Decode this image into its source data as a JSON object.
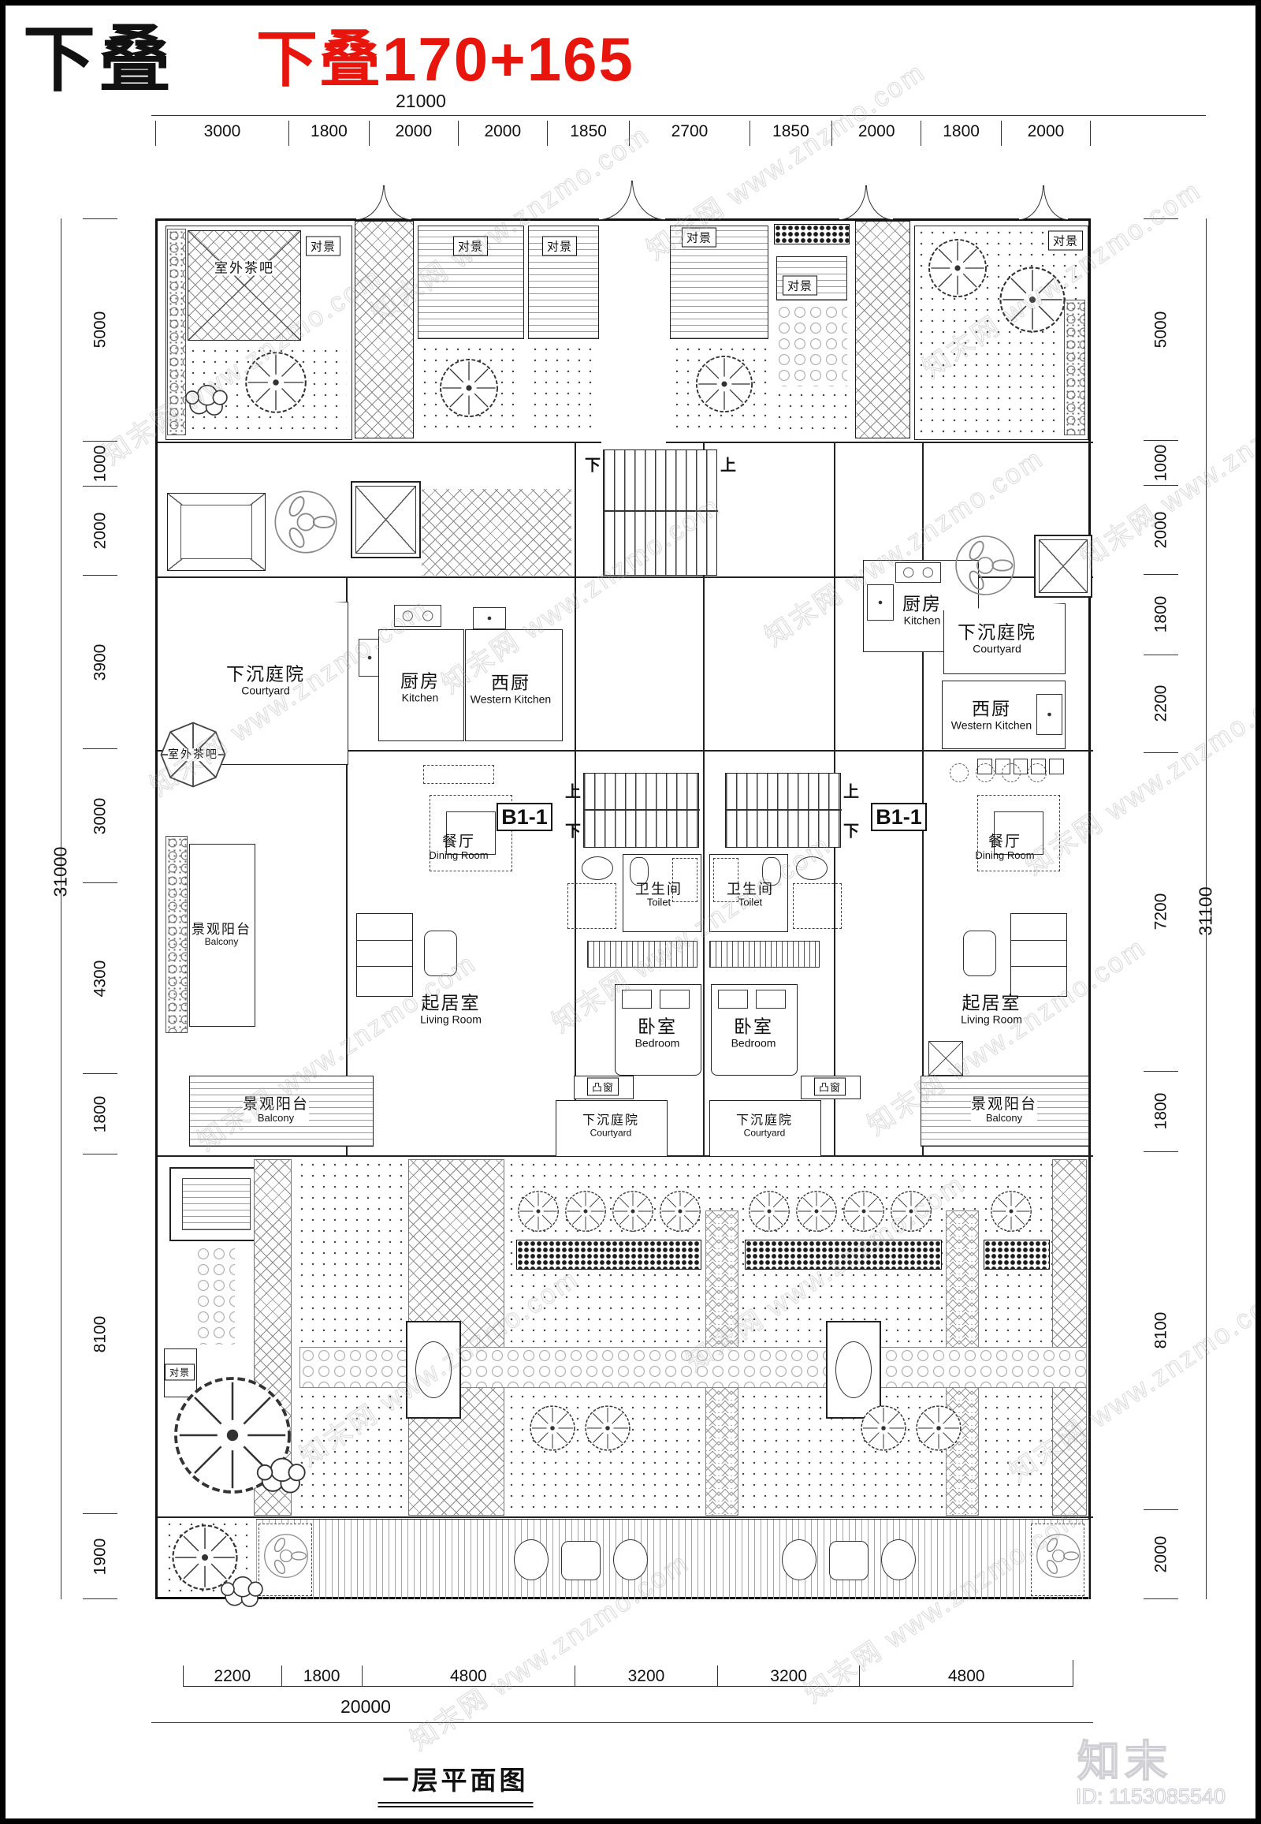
{
  "page": {
    "title_black": "下叠",
    "title_red": "下叠170+165",
    "drawing_caption": "一层平面图"
  },
  "colors": {
    "accent_red": "#e8150d",
    "ink": "#111111",
    "watermark_gray": "#cfcfd4"
  },
  "dimensions": {
    "top": {
      "total": "21000",
      "segments": [
        "3000",
        "1800",
        "2000",
        "2000",
        "1850",
        "2700",
        "1850",
        "2000",
        "1800",
        "2000"
      ]
    },
    "left": {
      "total": "31000",
      "segments": [
        "5000",
        "1000",
        "2000",
        "3900",
        "3000",
        "4300",
        "1800",
        "8100",
        "1900"
      ]
    },
    "right": {
      "total": "31100",
      "segments": [
        "5000",
        "1000",
        "2000",
        "1800",
        "2200",
        "7200",
        "1800",
        "8100",
        "2000"
      ]
    },
    "bottom": {
      "total": "20000",
      "segments": [
        "2200",
        "1800",
        "4800",
        "3200",
        "3200",
        "4800"
      ]
    }
  },
  "unit_label": "B1-1",
  "rooms": {
    "courtyard": {
      "zh": "下沉庭院",
      "en": "Courtyard"
    },
    "kitchen": {
      "zh": "厨房",
      "en": "Kitchen"
    },
    "western_kitchen": {
      "zh": "西厨",
      "en": "Western Kitchen"
    },
    "dining": {
      "zh": "餐厅",
      "en": "Dining Room"
    },
    "living": {
      "zh": "起居室",
      "en": "Living Room"
    },
    "bedroom": {
      "zh": "卧室",
      "en": "Bedroom"
    },
    "toilet": {
      "zh": "卫生间",
      "en": "Toilet"
    },
    "balcony": {
      "zh": "景观阳台",
      "en": "Balcony"
    },
    "bay_window": {
      "zh": "凸窗"
    },
    "tea_bar": {
      "zh": "室外茶吧"
    },
    "view_feature": {
      "zh": "对景"
    }
  },
  "stairs": {
    "up": "上",
    "down": "下"
  },
  "watermark": {
    "brand": "知末网",
    "site": "www.znzmo.com",
    "logo": "知末",
    "id": "ID: 1153085540"
  }
}
